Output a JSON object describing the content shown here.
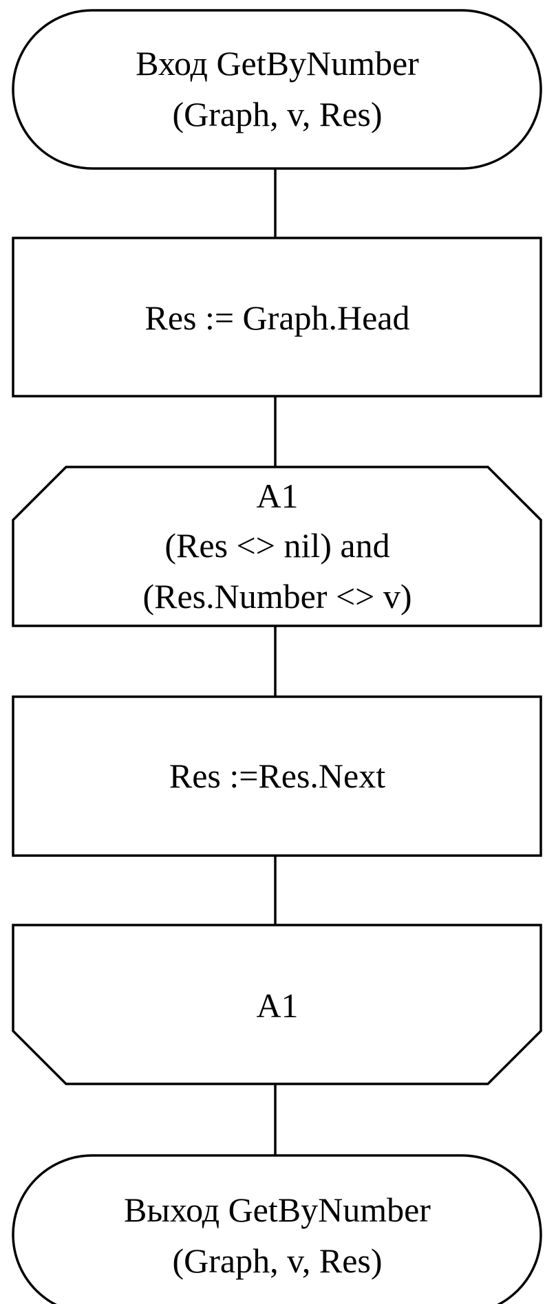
{
  "diagram": {
    "type": "flowchart",
    "blocks": [
      {
        "id": "start",
        "kind": "terminator",
        "lines": [
          "Вход GetByNumber",
          "(Graph, v, Res)"
        ]
      },
      {
        "id": "assign-head",
        "kind": "process",
        "lines": [
          "Res := Graph.Head"
        ]
      },
      {
        "id": "loop-begin",
        "kind": "loop-start",
        "lines": [
          "A1",
          "(Res <> nil) and",
          "(Res.Number <> v)"
        ]
      },
      {
        "id": "assign-next",
        "kind": "process",
        "lines": [
          "Res :=Res.Next"
        ]
      },
      {
        "id": "loop-end",
        "kind": "loop-end",
        "lines": [
          "A1"
        ]
      },
      {
        "id": "end",
        "kind": "terminator",
        "lines": [
          "Выход GetByNumber",
          "(Graph, v, Res)"
        ]
      }
    ]
  }
}
